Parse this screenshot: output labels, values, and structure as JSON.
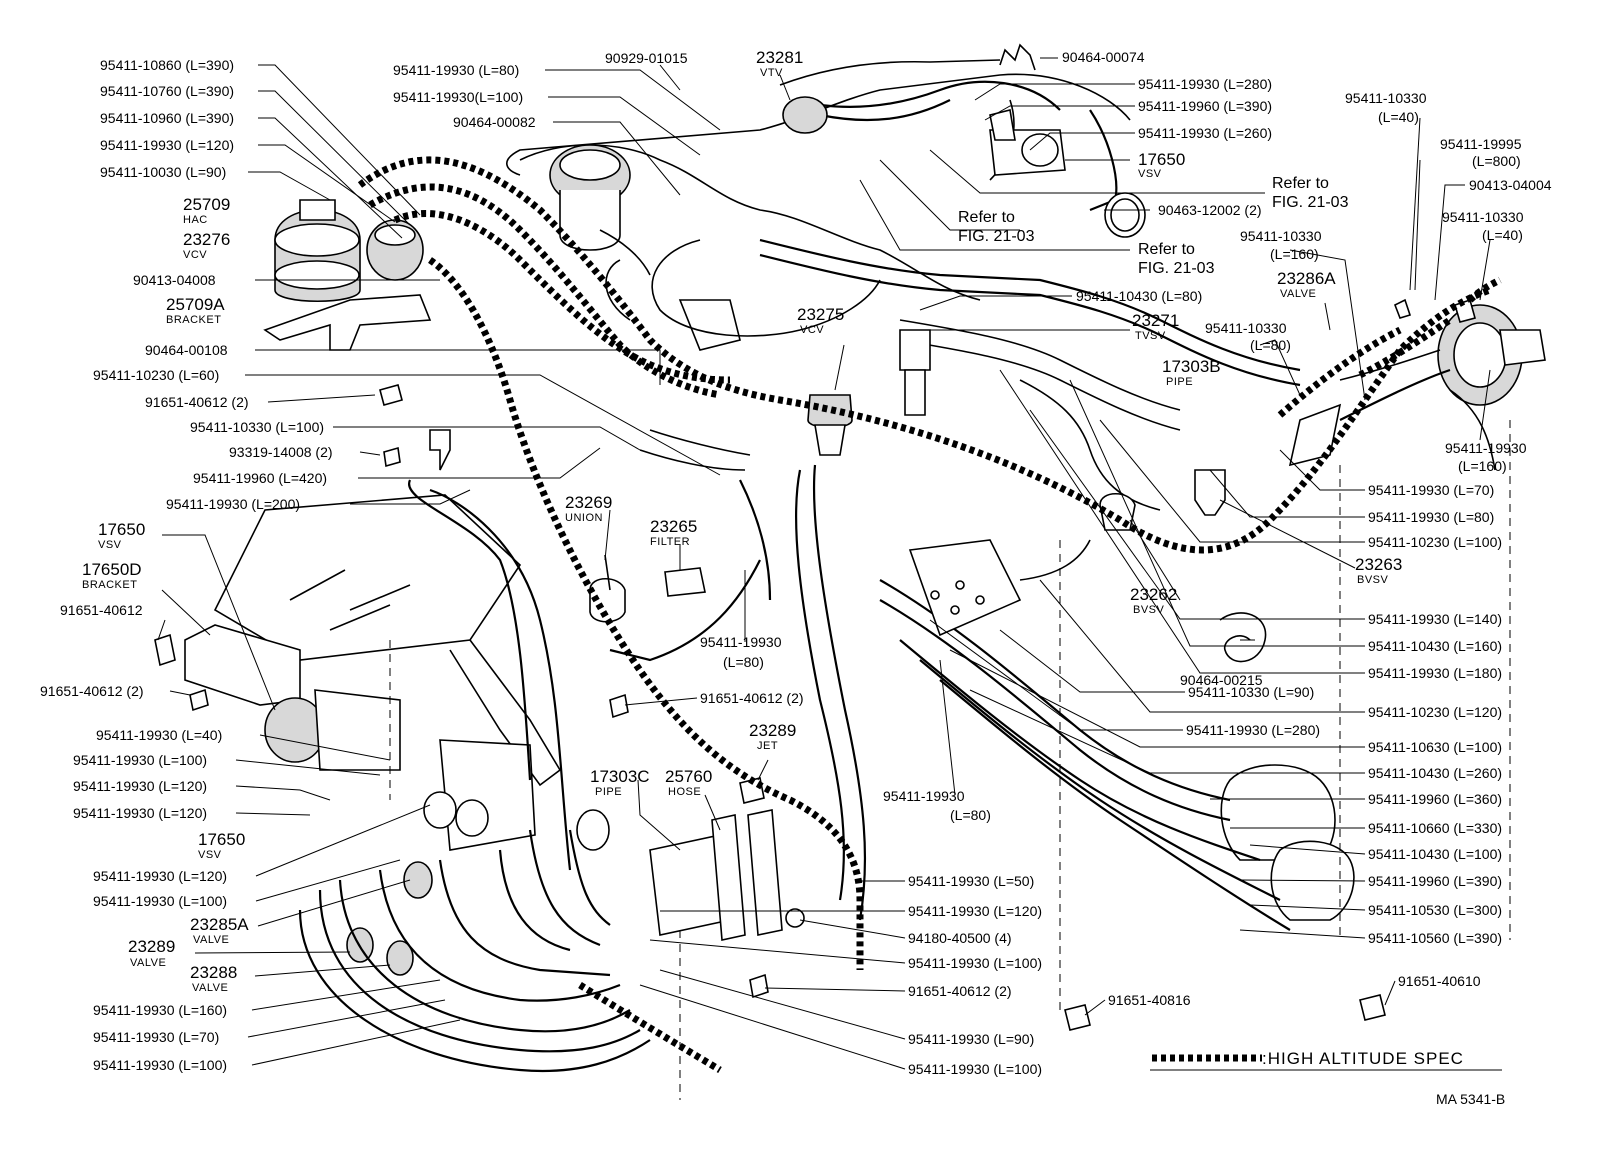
{
  "callouts": [
    {
      "id": "c1",
      "text": "95411-10860 (L=390)"
    },
    {
      "id": "c2",
      "text": "95411-10760 (L=390)"
    },
    {
      "id": "c3",
      "text": "95411-10960 (L=390)"
    },
    {
      "id": "c4",
      "text": "95411-19930 (L=120)"
    },
    {
      "id": "c5",
      "text": "95411-10030 (L=90)"
    },
    {
      "id": "c6",
      "text": "90413-04008"
    },
    {
      "id": "c7",
      "text": "90464-00108"
    },
    {
      "id": "c8",
      "text": "95411-10230 (L=60)"
    },
    {
      "id": "c9",
      "text": "91651-40612 (2)"
    },
    {
      "id": "c10",
      "text": "95411-10330 (L=100)"
    },
    {
      "id": "c11",
      "text": "93319-14008 (2)"
    },
    {
      "id": "c12",
      "text": "95411-19960 (L=420)"
    },
    {
      "id": "c13",
      "text": "95411-19930 (L=200)"
    },
    {
      "id": "c14",
      "text": "91651-40612"
    },
    {
      "id": "c15",
      "text": "91651-40612 (2)"
    },
    {
      "id": "c16",
      "text": "95411-19930 (L=40)"
    },
    {
      "id": "c17",
      "text": "95411-19930 (L=100)"
    },
    {
      "id": "c18",
      "text": "95411-19930 (L=120)"
    },
    {
      "id": "c19",
      "text": "95411-19930 (L=120)"
    },
    {
      "id": "c20",
      "text": "95411-19930 (L=120)"
    },
    {
      "id": "c21",
      "text": "95411-19930 (L=100)"
    },
    {
      "id": "c22",
      "text": "95411-19930 (L=160)"
    },
    {
      "id": "c23",
      "text": "95411-19930 (L=70)"
    },
    {
      "id": "c24",
      "text": "95411-19930 (L=100)"
    },
    {
      "id": "c25",
      "text": "95411-19930 (L=80)"
    },
    {
      "id": "c26",
      "text": "95411-19930(L=100)"
    },
    {
      "id": "c27",
      "text": "90464-00082"
    },
    {
      "id": "c28",
      "text": "90929-01015"
    },
    {
      "id": "c29",
      "text": "90464-00074"
    },
    {
      "id": "c30",
      "text": "95411-19930 (L=280)"
    },
    {
      "id": "c31",
      "text": "95411-19960 (L=390)"
    },
    {
      "id": "c32",
      "text": "95411-19930 (L=260)"
    },
    {
      "id": "c33",
      "text": "90463-12002 (2)"
    },
    {
      "id": "c34",
      "text": "95411-10430 (L=80)"
    },
    {
      "id": "c35",
      "text": "95411-10330"
    },
    {
      "id": "c36",
      "text": "(L=40)"
    },
    {
      "id": "c37",
      "text": "95411-19995"
    },
    {
      "id": "c38",
      "text": "(L=800)"
    },
    {
      "id": "c39",
      "text": "90413-04004"
    },
    {
      "id": "c40",
      "text": "95411-10330"
    },
    {
      "id": "c41",
      "text": "(L=40)"
    },
    {
      "id": "c42",
      "text": "95411-10330"
    },
    {
      "id": "c43",
      "text": "(L=160)"
    },
    {
      "id": "c44",
      "text": "95411-10330"
    },
    {
      "id": "c45",
      "text": "(L=80)"
    },
    {
      "id": "c46",
      "text": "95411-19930"
    },
    {
      "id": "c47",
      "text": "(L=160)"
    },
    {
      "id": "c48",
      "text": "95411-19930 (L=70)"
    },
    {
      "id": "c49",
      "text": "95411-19930 (L=80)"
    },
    {
      "id": "c50",
      "text": "95411-10230 (L=100)"
    },
    {
      "id": "c51",
      "text": "95411-19930 (L=140)"
    },
    {
      "id": "c52",
      "text": "95411-10430 (L=160)"
    },
    {
      "id": "c53",
      "text": "95411-19930 (L=180)"
    },
    {
      "id": "c54",
      "text": "90464-00215"
    },
    {
      "id": "c55",
      "text": "95411-10330 (L=90)"
    },
    {
      "id": "c56",
      "text": "95411-10230 (L=120)"
    },
    {
      "id": "c57",
      "text": "95411-19930 (L=280)"
    },
    {
      "id": "c58",
      "text": "95411-10630 (L=100)"
    },
    {
      "id": "c59",
      "text": "95411-10430 (L=260)"
    },
    {
      "id": "c60",
      "text": "95411-19960 (L=360)"
    },
    {
      "id": "c61",
      "text": "95411-10660 (L=330)"
    },
    {
      "id": "c62",
      "text": "95411-10430 (L=100)"
    },
    {
      "id": "c63",
      "text": "95411-19960 (L=390)"
    },
    {
      "id": "c64",
      "text": "95411-10530 (L=300)"
    },
    {
      "id": "c65",
      "text": "95411-10560 (L=390)"
    },
    {
      "id": "c66",
      "text": "91651-40610"
    },
    {
      "id": "c67",
      "text": "95411-19930"
    },
    {
      "id": "c68",
      "text": "(L=80)"
    },
    {
      "id": "c69",
      "text": "91651-40612 (2)"
    },
    {
      "id": "c70",
      "text": "95411-19930 (L=50)"
    },
    {
      "id": "c71",
      "text": "95411-19930 (L=120)"
    },
    {
      "id": "c72",
      "text": "94180-40500 (4)"
    },
    {
      "id": "c73",
      "text": "95411-19930 (L=100)"
    },
    {
      "id": "c74",
      "text": "91651-40612 (2)"
    },
    {
      "id": "c75",
      "text": "91651-40816"
    },
    {
      "id": "c76",
      "text": "95411-19930 (L=90)"
    },
    {
      "id": "c77",
      "text": "95411-19930 (L=100)"
    },
    {
      "id": "c78",
      "text": "95411-19930"
    },
    {
      "id": "c79",
      "text": "(L=80)"
    }
  ],
  "components": [
    {
      "id": "p1",
      "number": "25709",
      "name": "HAC"
    },
    {
      "id": "p2",
      "number": "23276",
      "name": "VCV"
    },
    {
      "id": "p3",
      "number": "25709A",
      "name": "BRACKET"
    },
    {
      "id": "p4",
      "number": "23281",
      "name": "VTV"
    },
    {
      "id": "p5",
      "number": "17650",
      "name": "VSV"
    },
    {
      "id": "p6",
      "number": "23275",
      "name": "VCV"
    },
    {
      "id": "p7",
      "number": "23271",
      "name": "TVSV"
    },
    {
      "id": "p8",
      "number": "23286A",
      "name": "VALVE"
    },
    {
      "id": "p9",
      "number": "17303B",
      "name": "PIPE"
    },
    {
      "id": "p10",
      "number": "23263",
      "name": "BVSV"
    },
    {
      "id": "p11",
      "number": "23262",
      "name": "BVSV"
    },
    {
      "id": "p12",
      "number": "23269",
      "name": "UNION"
    },
    {
      "id": "p13",
      "number": "23265",
      "name": "FILTER"
    },
    {
      "id": "p14",
      "number": "17650",
      "name": "VSV"
    },
    {
      "id": "p15",
      "number": "17650D",
      "name": "BRACKET"
    },
    {
      "id": "p16",
      "number": "17650",
      "name": "VSV"
    },
    {
      "id": "p17",
      "number": "23285A",
      "name": "VALVE"
    },
    {
      "id": "p18",
      "number": "23289",
      "name": "VALVE"
    },
    {
      "id": "p19",
      "number": "23288",
      "name": "VALVE"
    },
    {
      "id": "p20",
      "number": "17303C",
      "name": "PIPE"
    },
    {
      "id": "p21",
      "number": "25760",
      "name": "HOSE"
    },
    {
      "id": "p22",
      "number": "23289",
      "name": "JET"
    }
  ],
  "references": [
    {
      "id": "r1",
      "line1": "Refer to",
      "line2": "FIG. 21-03"
    },
    {
      "id": "r2",
      "line1": "Refer to",
      "line2": "FIG. 21-03"
    },
    {
      "id": "r3",
      "line1": "Refer to",
      "line2": "FIG. 21-03"
    }
  ],
  "legend": {
    "text": ":HIGH  ALTITUDE  SPEC"
  },
  "figure_code": "MA  5341-B"
}
